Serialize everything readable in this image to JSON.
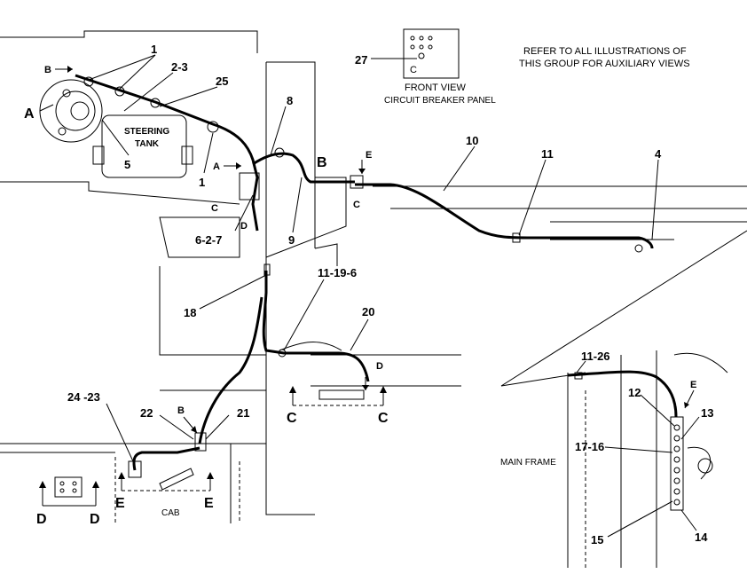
{
  "notes": {
    "refer_line1": "REFER TO ALL ILLUSTRATIONS OF",
    "refer_line2": "THIS GROUP FOR AUXILIARY VIEWS",
    "front_view": "FRONT VIEW",
    "circuit_breaker_panel": "CIRCUIT BREAKER PANEL",
    "steering_line1": "STEERING",
    "steering_line2": "TANK",
    "main_frame": "MAIN FRAME",
    "cab": "CAB"
  },
  "callouts": {
    "c1_top": "1",
    "c2_3": "2-3",
    "c25": "25",
    "c27": "27",
    "c8": "8",
    "c10": "10",
    "c11": "11",
    "c4": "4",
    "c5": "5",
    "c1_low": "1",
    "c6_2_7": "6-2-7",
    "c9": "9",
    "c18": "18",
    "c11_19_6": "11-19-6",
    "c20": "20",
    "c24_23": "24 -23",
    "c22": "22",
    "c21": "21",
    "c11_26": "11-26",
    "c12": "12",
    "c13": "13",
    "c17_16": "17-16",
    "c15": "15",
    "c14": "14"
  },
  "view_letters": {
    "a_big": "A",
    "b_top": "B",
    "a_arrow": "A",
    "c_small": "C",
    "d_small": "D",
    "b_big": "B",
    "e_small": "E",
    "c_small2": "C",
    "b_mid": "B",
    "d_mid": "D",
    "c_left": "C",
    "c_right": "C",
    "e_right": "E",
    "d_left": "D",
    "d_right": "D",
    "e_left": "E",
    "e_right_big": "E"
  },
  "panel_letter": "C"
}
